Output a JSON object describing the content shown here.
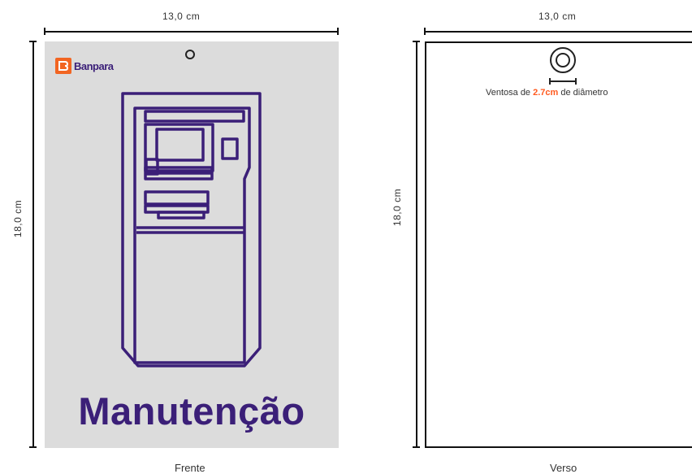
{
  "front": {
    "width_label": "13,0 cm",
    "height_label": "18,0 cm",
    "brand": "Banpara",
    "title": "Manutenção",
    "caption": "Frente"
  },
  "back": {
    "width_label": "13,0 cm",
    "height_label": "18,0 cm",
    "sucker_prefix": "Ventosa de ",
    "sucker_size": "2.7cm",
    "sucker_suffix": " de diâmetro",
    "caption": "Verso"
  },
  "colors": {
    "brand_purple": "#3b1f78",
    "brand_orange": "#f26522",
    "highlight": "#ff5a1f",
    "panel_gray": "#dcdcdc"
  }
}
